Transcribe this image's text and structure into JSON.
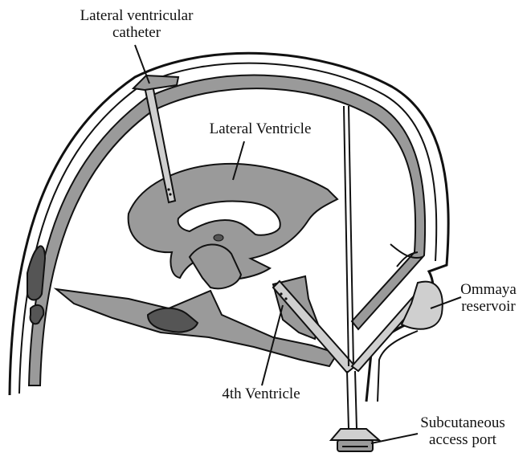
{
  "labels": {
    "lateral_ventricular_catheter": [
      "Lateral ventricular",
      "catheter"
    ],
    "lateral_ventricle": "Lateral Ventricle",
    "ommaya_reservoir": [
      "Ommaya",
      "reservoir"
    ],
    "fourth_ventricle": "4th Ventricle",
    "subcutaneous_access_port": [
      "Subcutaneous",
      "access port"
    ]
  },
  "colors": {
    "tissue_gray": "#9a9a9a",
    "dark_gray": "#555555",
    "light_gray": "#cfcfcf",
    "outline": "#111111",
    "background": "#ffffff"
  }
}
